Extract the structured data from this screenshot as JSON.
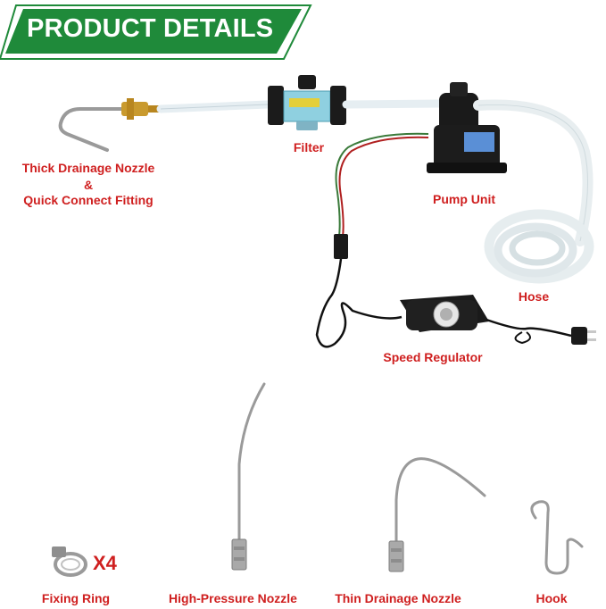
{
  "banner": {
    "title": "PRODUCT DETAILS"
  },
  "labels": {
    "thick_nozzle_line1": "Thick Drainage Nozzle",
    "thick_nozzle_line2": "&",
    "thick_nozzle_line3": "Quick Connect Fitting",
    "filter": "Filter",
    "pump_unit": "Pump Unit",
    "hose": "Hose",
    "speed_regulator": "Speed Regulator",
    "fixing_ring": "Fixing Ring",
    "fixing_ring_qty": "X4",
    "high_pressure_nozzle": "High-Pressure Nozzle",
    "thin_drainage_nozzle": "Thin Drainage Nozzle",
    "hook": "Hook"
  },
  "colors": {
    "banner_green": "#1f8a3a",
    "label_red": "#cf1f1f",
    "label_black": "#111111"
  }
}
